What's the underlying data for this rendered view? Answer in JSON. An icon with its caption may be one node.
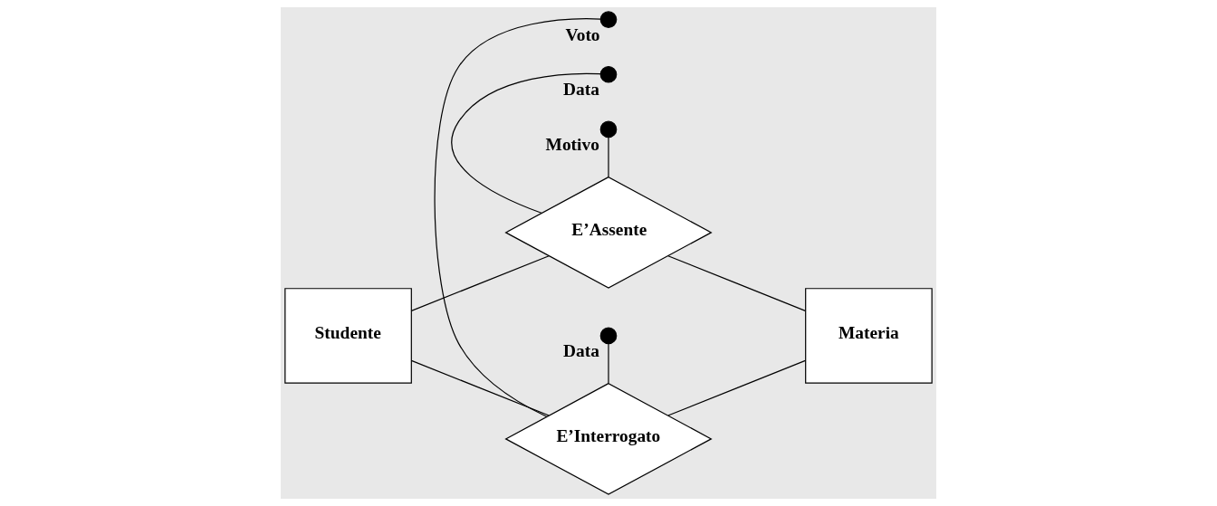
{
  "diagram": {
    "nodes": [
      {
        "text": [],
        "shape": "circle",
        "beside": [
          "Voto"
        ]
      },
      {
        "text": [],
        "shape": "circle",
        "beside": [
          "Data"
        ]
      },
      {
        "text": [
          "E’Interrogato"
        ]
      },
      {
        "text": [
          "Studente"
        ]
      },
      {
        "text": [
          "Materia"
        ]
      },
      {
        "text": [
          "E’Assente"
        ]
      },
      {
        "text": [],
        "shape": "circle",
        "beside": [
          "Data"
        ]
      },
      {
        "text": [],
        "shape": "circle",
        "beside": [
          "Motivo"
        ]
      }
    ],
    "edges": [
      {
        "from": 0,
        "to": 2,
        "arrow": "none"
      },
      {
        "from": 1,
        "to": 2,
        "arrow": "none"
      },
      {
        "from": 3,
        "to": 2,
        "arrow": "none"
      },
      {
        "from": 2,
        "to": 4,
        "arrow": "none"
      },
      {
        "from": 3,
        "to": 5,
        "arrow": "none"
      },
      {
        "from": 5,
        "to": 4,
        "arrow": "none"
      },
      {
        "from": 6,
        "to": 5,
        "arrow": "none"
      },
      {
        "from": 7,
        "to": 5,
        "arrow": "none"
      }
    ]
  }
}
